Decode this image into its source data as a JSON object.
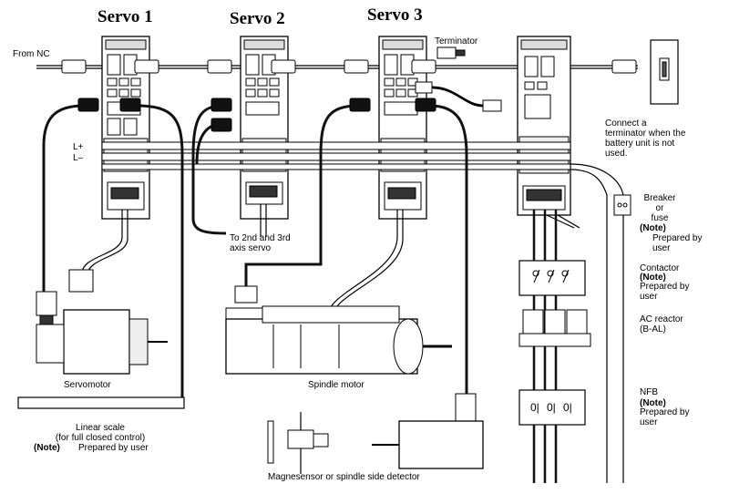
{
  "servos": [
    {
      "title": "Servo 1"
    },
    {
      "title": "Servo 2"
    },
    {
      "title": "Servo 3"
    }
  ],
  "labels": {
    "from_nc": "From NC",
    "terminator": "Terminator",
    "connect_terminator": "Connect a\nterminator when the\nbattery unit is not\nused.",
    "l_plus": "L+",
    "l_minus": "L–",
    "to_servo": "To 2nd and 3rd\naxis servo",
    "servomotor": "Servomotor",
    "spindle_motor": "Spindle motor",
    "linear_scale": "Linear scale\n(for full closed control)",
    "linear_scale_note": "(Note)",
    "linear_scale_prepared": "Prepared by user",
    "magnesensor": "Magnesensor or spindle side detector",
    "breaker": "Breaker\nor\nfuse",
    "breaker_note": "(Note)",
    "breaker_prepared": "Prepared by\nuser",
    "contactor": "Contactor",
    "contactor_note": "(Note)",
    "contactor_prepared": "Prepared by\nuser",
    "ac_reactor": "AC reactor\n(B-AL)",
    "nfb": "NFB",
    "nfb_note": "(Note)",
    "nfb_prepared": "Prepared by\nuser"
  },
  "colors": {
    "line": "#000000",
    "cable": "#111111",
    "unit_fill": "#ffffff",
    "shade": "#d9d9d9"
  }
}
